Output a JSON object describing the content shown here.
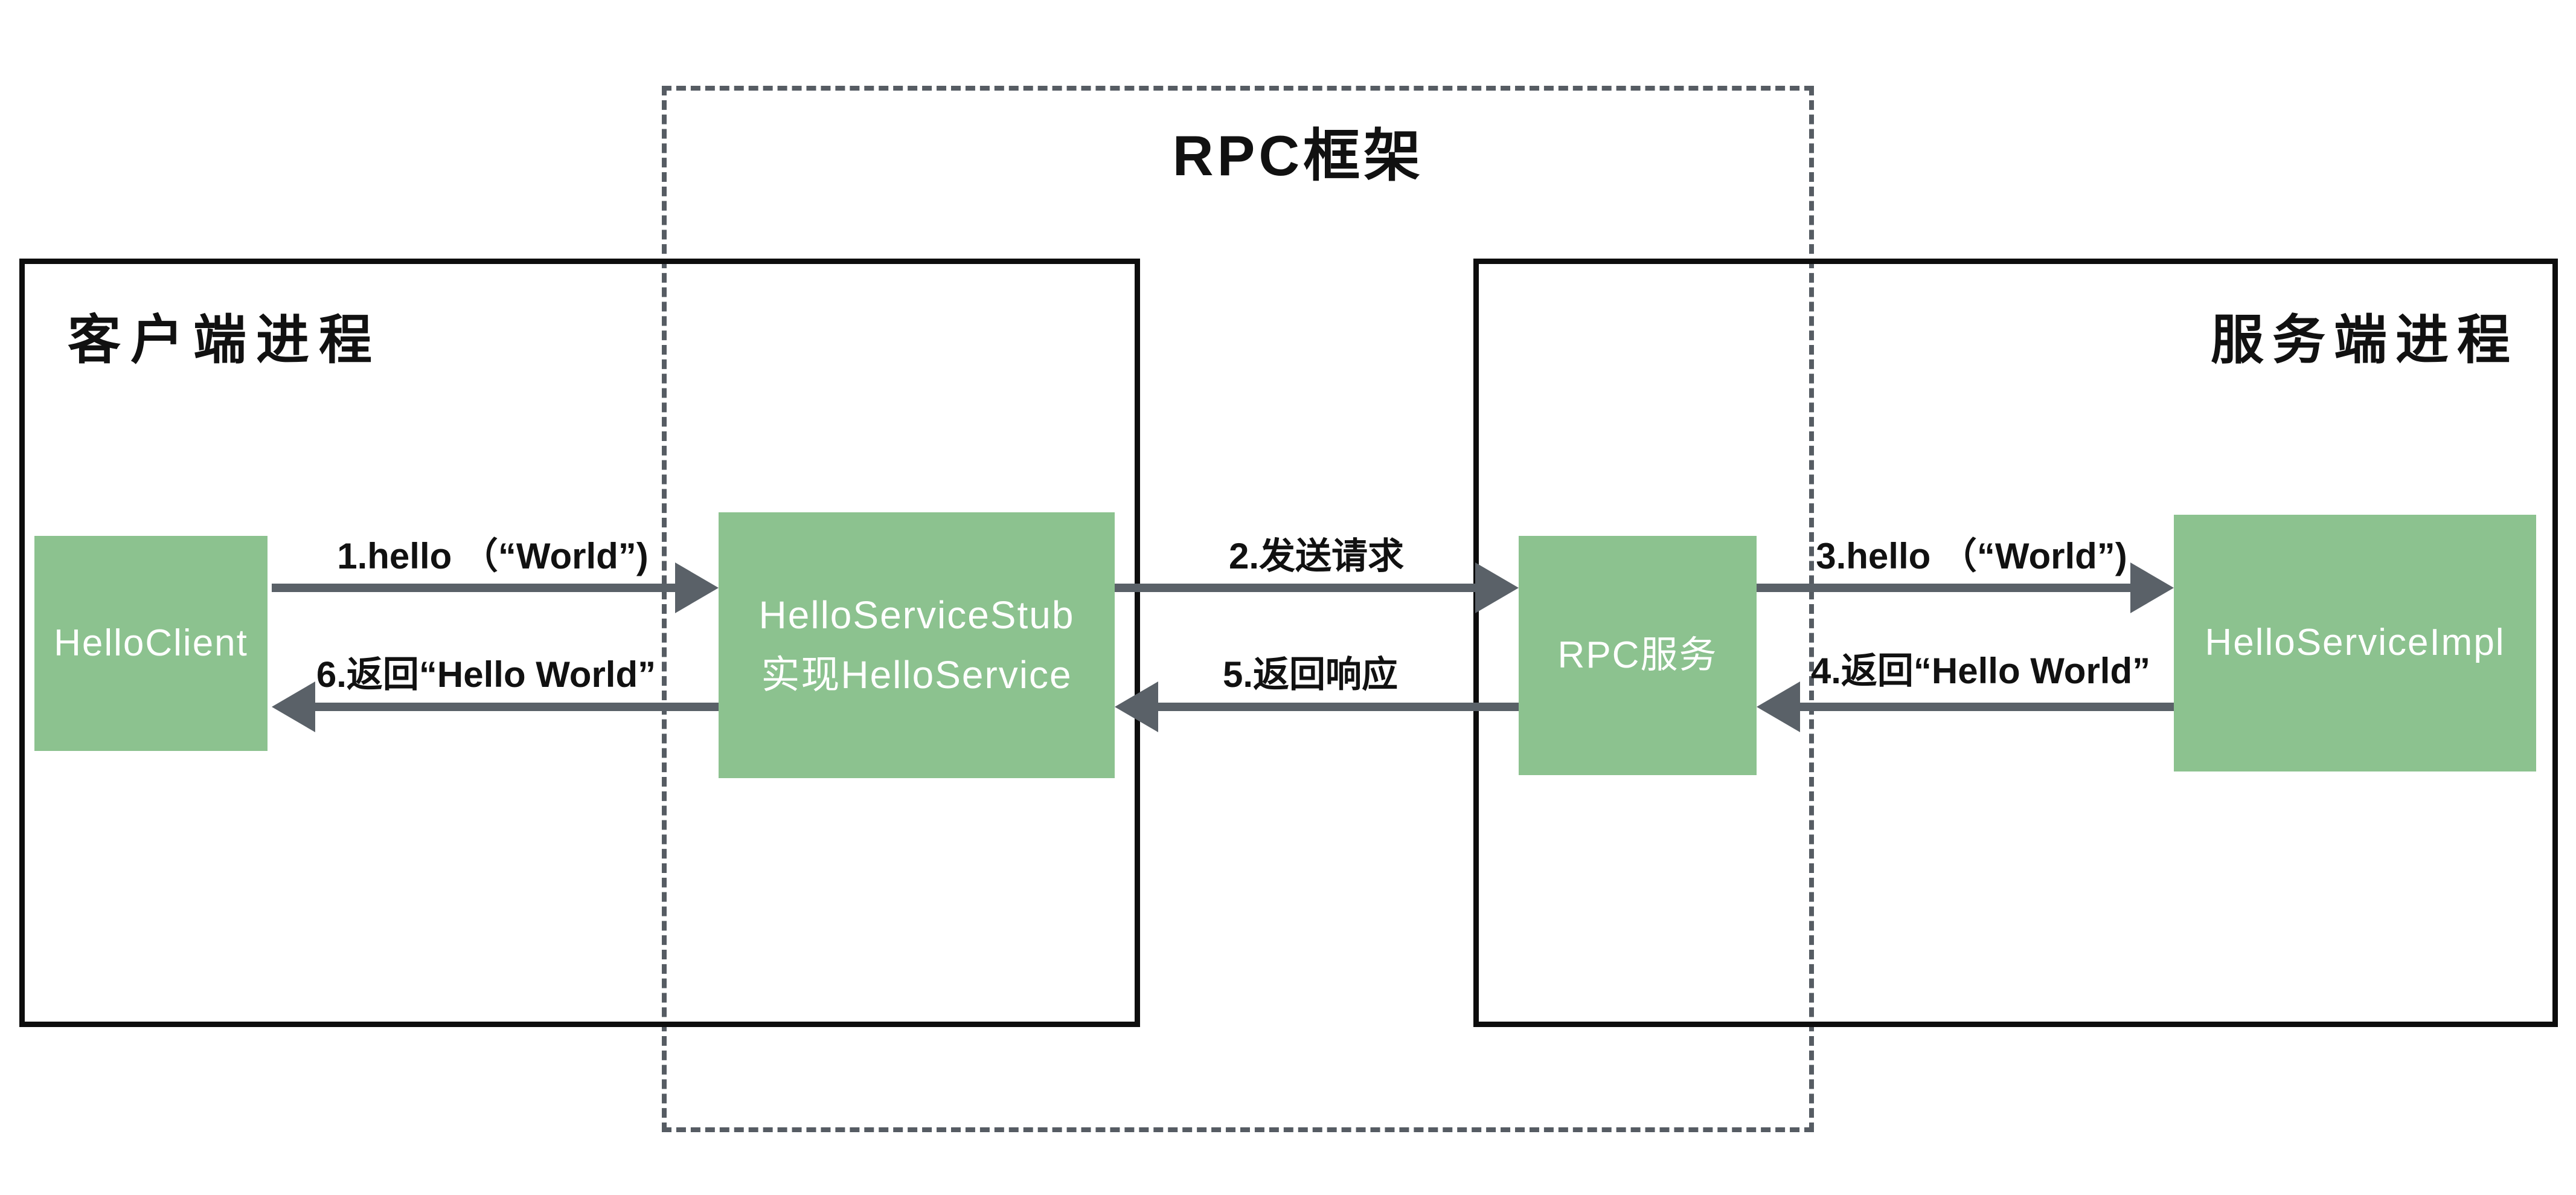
{
  "diagram": {
    "title": "RPC框架",
    "containers": {
      "client": {
        "label": "客户端进程"
      },
      "rpc_frame": {
        "label": "RPC框架"
      },
      "server": {
        "label": "服务端进程"
      }
    },
    "nodes": {
      "hello_client": {
        "label": "HelloClient"
      },
      "hello_service_stub": {
        "line1": "HelloServiceStub",
        "line2": "实现HelloService"
      },
      "rpc_service": {
        "label": "RPC服务"
      },
      "hello_service_impl": {
        "label": "HelloServiceImpl"
      }
    },
    "arrows": [
      {
        "step": "1",
        "label": "1.hello （“World”)",
        "from": "HelloClient",
        "to": "HelloServiceStub",
        "direction": "right"
      },
      {
        "step": "2",
        "label": "2.发送请求",
        "from": "HelloServiceStub",
        "to": "RPC服务",
        "direction": "right"
      },
      {
        "step": "3",
        "label": "3.hello （“World”)",
        "from": "RPC服务",
        "to": "HelloServiceImpl",
        "direction": "right"
      },
      {
        "step": "4",
        "label": "4.返回“Hello World”",
        "from": "HelloServiceImpl",
        "to": "RPC服务",
        "direction": "left"
      },
      {
        "step": "5",
        "label": "5.返回响应",
        "from": "RPC服务",
        "to": "HelloServiceStub",
        "direction": "left"
      },
      {
        "step": "6",
        "label": "6.返回“Hello World”",
        "from": "HelloServiceStub",
        "to": "HelloClient",
        "direction": "left"
      }
    ],
    "colors": {
      "node_green": "#8cc28f",
      "arrow_gray": "#5a6168",
      "dash_gray": "#565c63",
      "border_black": "#0d0d0d"
    }
  }
}
